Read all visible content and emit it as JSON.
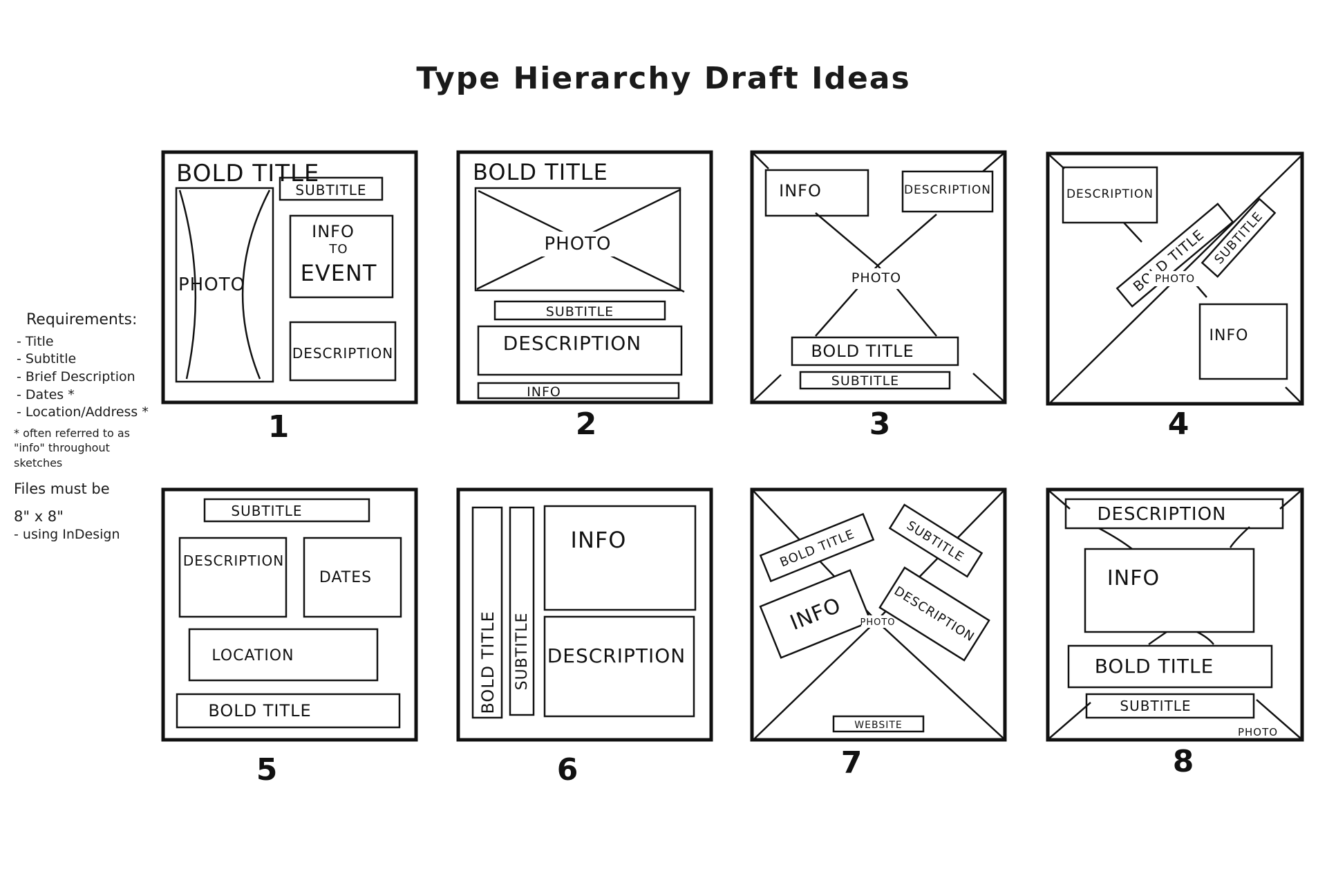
{
  "title": "Type Hierarchy Draft Ideas",
  "requirements": {
    "heading": "Requirements:",
    "items": [
      "- Title",
      "- Subtitle",
      "- Brief Description",
      "- Dates *",
      "- Location/Address *"
    ],
    "note": "* often referred to as \"info\" throughout sketches",
    "files_line1": "Files must be",
    "files_line2": "8\" x 8\"",
    "files_line3": "- using InDesign"
  },
  "sketches": [
    {
      "number": "1",
      "labels": {
        "bold_title": "BOLD TITLE",
        "subtitle": "SUBTITLE",
        "photo": "PHOTO",
        "info_line1": "INFO",
        "info_line2": "TO",
        "info_line3": "EVENT",
        "description": "DESCRIPTION"
      }
    },
    {
      "number": "2",
      "labels": {
        "bold_title": "BOLD TITLE",
        "photo": "PHOTO",
        "subtitle": "SUBTITLE",
        "description": "DESCRIPTION",
        "info": "INFO"
      }
    },
    {
      "number": "3",
      "labels": {
        "info": "INFO",
        "description": "DESCRIPTION",
        "photo": "PHOTO",
        "bold_title": "BOLD TITLE",
        "subtitle": "SUBTITLE"
      }
    },
    {
      "number": "4",
      "labels": {
        "description": "DESCRIPTION",
        "bold_title": "BOLD TITLE",
        "subtitle": "SUBTITLE",
        "photo": "PHOTO",
        "info": "INFO"
      }
    },
    {
      "number": "5",
      "labels": {
        "subtitle": "SUBTITLE",
        "description": "DESCRIPTION",
        "dates": "DATES",
        "location": "LOCATION",
        "bold_title": "BOLD TITLE"
      }
    },
    {
      "number": "6",
      "labels": {
        "bold_title": "BOLD TITLE",
        "subtitle": "SUBTITLE",
        "info": "INFO",
        "description": "DESCRIPTION"
      }
    },
    {
      "number": "7",
      "labels": {
        "bold_title": "BOLD TITLE",
        "subtitle": "SUBTITLE",
        "info": "INFO",
        "photo": "PHOTO",
        "description": "DESCRIPTION",
        "website": "WEBSITE"
      }
    },
    {
      "number": "8",
      "labels": {
        "description": "DESCRIPTION",
        "info": "INFO",
        "bold_title": "BOLD TITLE",
        "subtitle": "SUBTITLE",
        "photo": "PHOTO"
      }
    }
  ]
}
